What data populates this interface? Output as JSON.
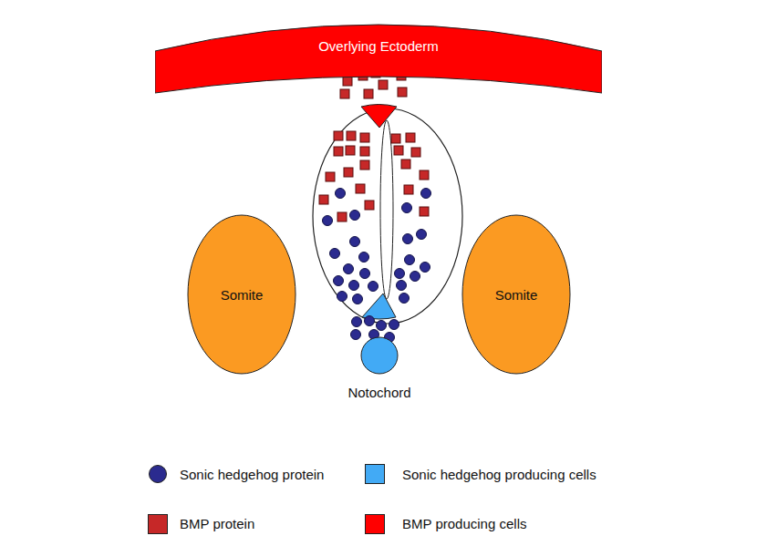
{
  "diagram": {
    "nodes": [
      {
        "text": [
          "Overlying Ectoderm"
        ]
      },
      {
        "text": [
          "Somite"
        ]
      },
      {
        "text": [
          "Somite"
        ]
      },
      {
        "text": [
          "Notochord"
        ]
      }
    ],
    "legend": [
      {
        "text": "Sonic hedgehog protein",
        "color": "#2b2b8f"
      },
      {
        "text": "Sonic hedgehog producing cells",
        "color": "#42aaf5"
      },
      {
        "text": "BMP protein",
        "color": "#c62828"
      },
      {
        "text": "BMP producing cells",
        "color": "#ff0000"
      }
    ]
  }
}
